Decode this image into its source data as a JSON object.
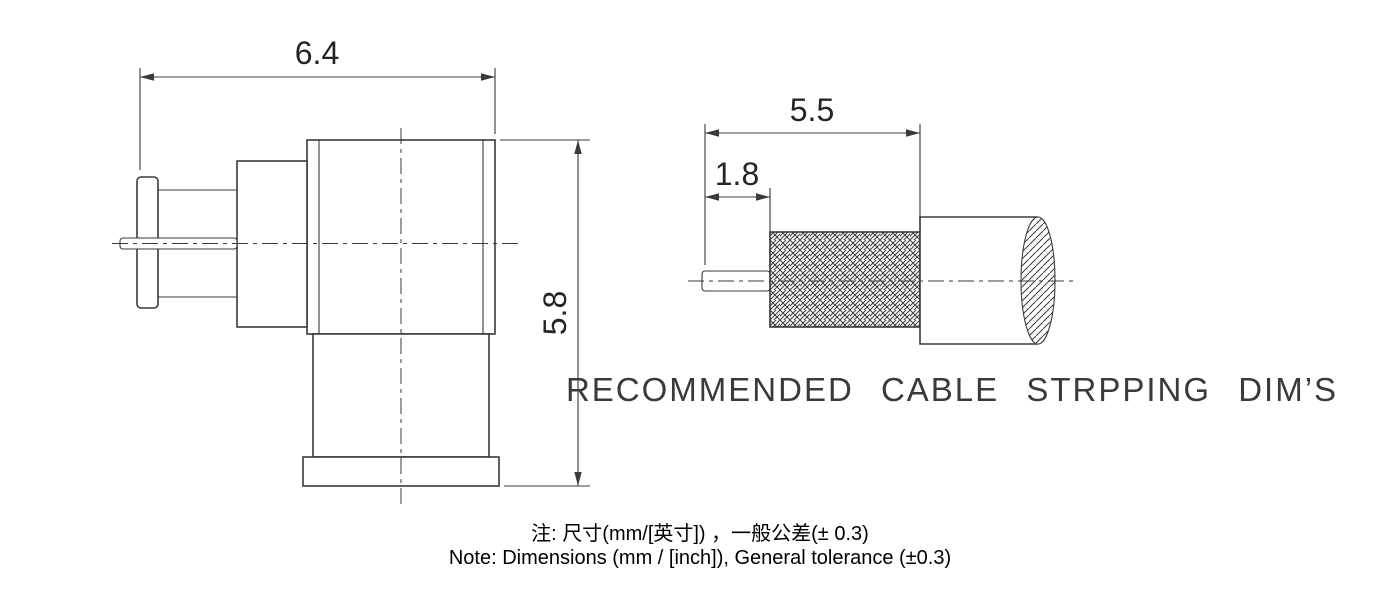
{
  "connector_view": {
    "width_dim": "6.4",
    "height_dim": "5.8"
  },
  "cable_view": {
    "total_strip_dim": "5.5",
    "pin_strip_dim": "1.8",
    "caption": "RECOMMENDED CABLE STRPPING DIM’S"
  },
  "notes": {
    "line1": "注: 尺寸(mm/[英寸]) ，一般公差(± 0.3)",
    "line2": "Note: Dimensions (mm / [inch]), General tolerance (±0.3)"
  },
  "colors": {
    "line": "#3a3a3a",
    "dimension_text": "#242424",
    "note_text": "#000000",
    "background": "#ffffff"
  }
}
